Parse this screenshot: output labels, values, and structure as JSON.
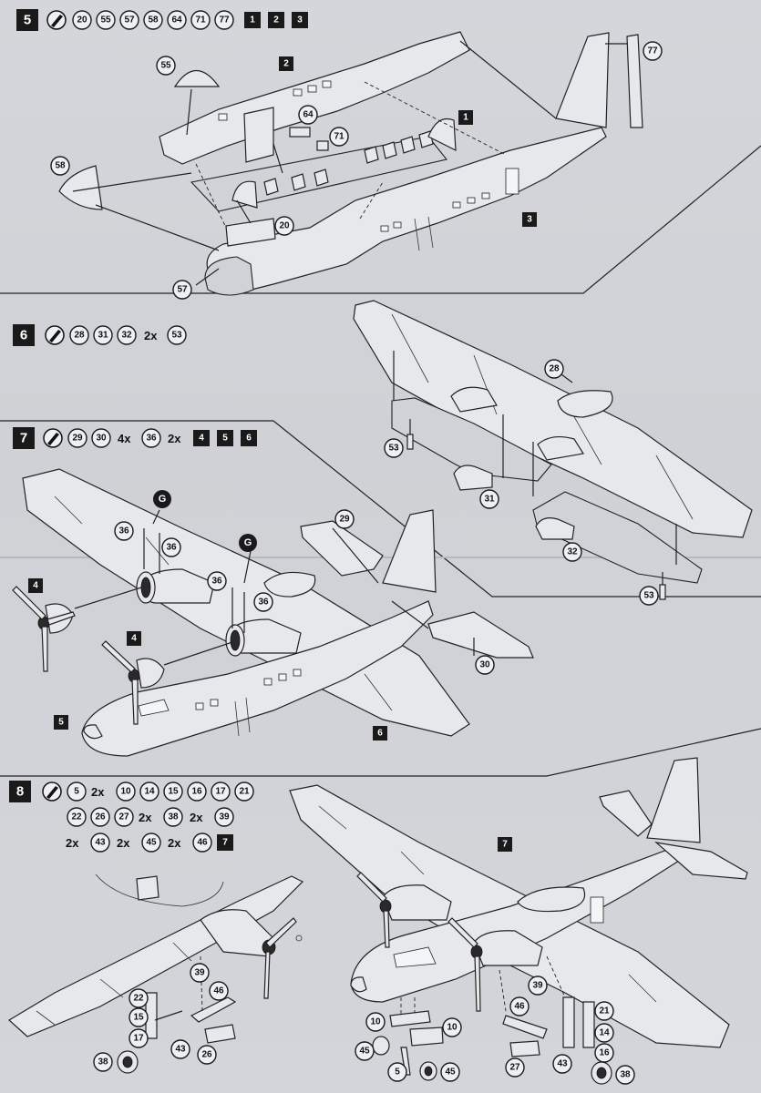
{
  "steps": [
    {
      "number": "5",
      "parts": [
        "20",
        "55",
        "57",
        "58",
        "64",
        "71",
        "77"
      ],
      "subassemblies": [
        "1",
        "2",
        "3"
      ],
      "callouts": [
        {
          "label": "55"
        },
        {
          "label": "2"
        },
        {
          "label": "77"
        },
        {
          "label": "64"
        },
        {
          "label": "71"
        },
        {
          "label": "1"
        },
        {
          "label": "58"
        },
        {
          "label": "20"
        },
        {
          "label": "3"
        },
        {
          "label": "57"
        }
      ]
    },
    {
      "number": "6",
      "parts": [
        "28",
        "31",
        "32"
      ],
      "multiplier_parts": [
        {
          "mult": "2x",
          "part": "53"
        }
      ],
      "callouts": [
        {
          "label": "28"
        },
        {
          "label": "53"
        },
        {
          "label": "31"
        },
        {
          "label": "32"
        },
        {
          "label": "53"
        }
      ]
    },
    {
      "number": "7",
      "parts": [
        "29",
        "30"
      ],
      "multiplier_parts": [
        {
          "mult": "4x",
          "part": "36"
        },
        {
          "mult": "2x",
          "part": "4"
        }
      ],
      "subassemblies": [
        "4",
        "5",
        "6"
      ],
      "glue_marker": "G",
      "callouts": [
        {
          "label": "36"
        },
        {
          "label": "36"
        },
        {
          "label": "29"
        },
        {
          "label": "36"
        },
        {
          "label": "36"
        },
        {
          "label": "4"
        },
        {
          "label": "4"
        },
        {
          "label": "30"
        },
        {
          "label": "5"
        },
        {
          "label": "6"
        }
      ]
    },
    {
      "number": "8",
      "parts": [
        "5"
      ],
      "header_rows": [
        [
          {
            "mult": "",
            "part": "5"
          },
          {
            "mult": "2x",
            "part": "10"
          },
          {
            "mult": "",
            "part": "14"
          },
          {
            "mult": "",
            "part": "15"
          },
          {
            "mult": "",
            "part": "16"
          },
          {
            "mult": "",
            "part": "17"
          },
          {
            "mult": "",
            "part": "21"
          }
        ],
        [
          {
            "mult": "",
            "part": "22"
          },
          {
            "mult": "",
            "part": "26"
          },
          {
            "mult": "",
            "part": "27"
          },
          {
            "mult": "2x",
            "part": "38"
          },
          {
            "mult": "2x",
            "part": "39"
          }
        ],
        [
          {
            "mult": "2x",
            "part": "43"
          },
          {
            "mult": "2x",
            "part": "45"
          },
          {
            "mult": "2x",
            "part": "46"
          }
        ]
      ],
      "subassemblies": [
        "7"
      ],
      "callouts": [
        {
          "label": "7"
        },
        {
          "label": "39"
        },
        {
          "label": "46"
        },
        {
          "label": "22"
        },
        {
          "label": "15"
        },
        {
          "label": "17"
        },
        {
          "label": "43"
        },
        {
          "label": "26"
        },
        {
          "label": "38"
        },
        {
          "label": "39"
        },
        {
          "label": "46"
        },
        {
          "label": "21"
        },
        {
          "label": "14"
        },
        {
          "label": "16"
        },
        {
          "label": "10"
        },
        {
          "label": "10"
        },
        {
          "label": "45"
        },
        {
          "label": "5"
        },
        {
          "label": "45"
        },
        {
          "label": "27"
        },
        {
          "label": "43"
        },
        {
          "label": "38"
        }
      ]
    }
  ],
  "icons": {
    "tool": "knife-tool-icon",
    "glue": "glue-brush-icon"
  }
}
